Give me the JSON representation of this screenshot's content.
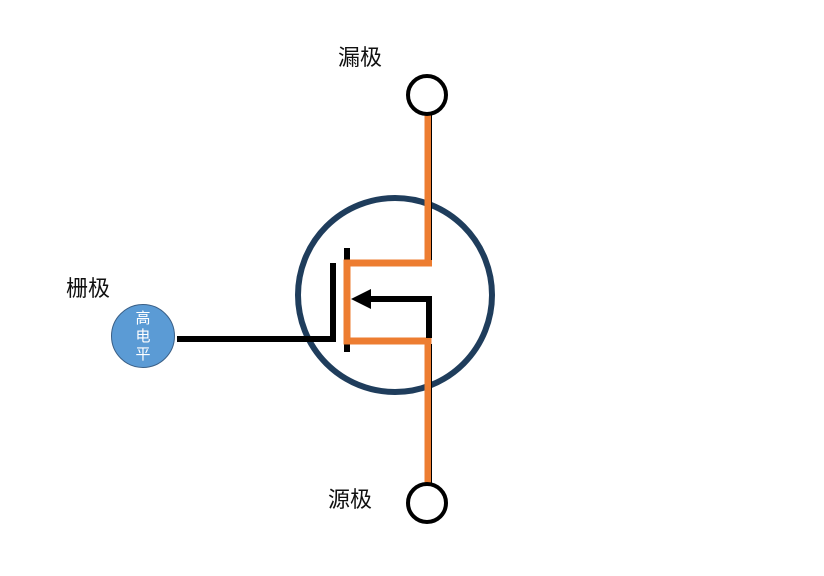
{
  "labels": {
    "drain": "漏极",
    "gate": "栅极",
    "source": "源极"
  },
  "gate_signal": {
    "chars": [
      "高",
      "电",
      "平"
    ],
    "text": "高电平"
  },
  "colors": {
    "body_circle": "#1f3d5c",
    "current_path": "#ed7d31",
    "conductor": "#000000",
    "gate_level_fill": "#5b9bd5",
    "background": "#ffffff"
  }
}
